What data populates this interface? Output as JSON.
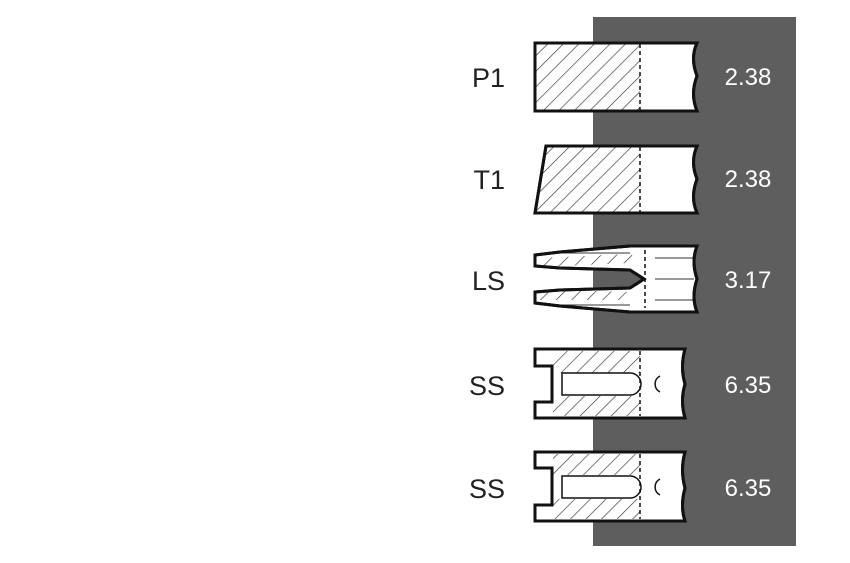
{
  "rows": [
    {
      "code": "P1",
      "dimension": "2.38",
      "profile": "plain-rectangular-section"
    },
    {
      "code": "T1",
      "dimension": "2.38",
      "profile": "taper-face-section"
    },
    {
      "code": "LS",
      "dimension": "3.17",
      "profile": "double-lip-slotted-section"
    },
    {
      "code": "SS",
      "dimension": "6.35",
      "profile": "slotted-groove-section"
    },
    {
      "code": "SS",
      "dimension": "6.35",
      "profile": "slotted-groove-section"
    }
  ],
  "colors": {
    "panel": "#5e5e5e",
    "outline": "#111111",
    "hatch": "#333333",
    "label_text": "#222222",
    "dimension_text": "#ffffff"
  }
}
